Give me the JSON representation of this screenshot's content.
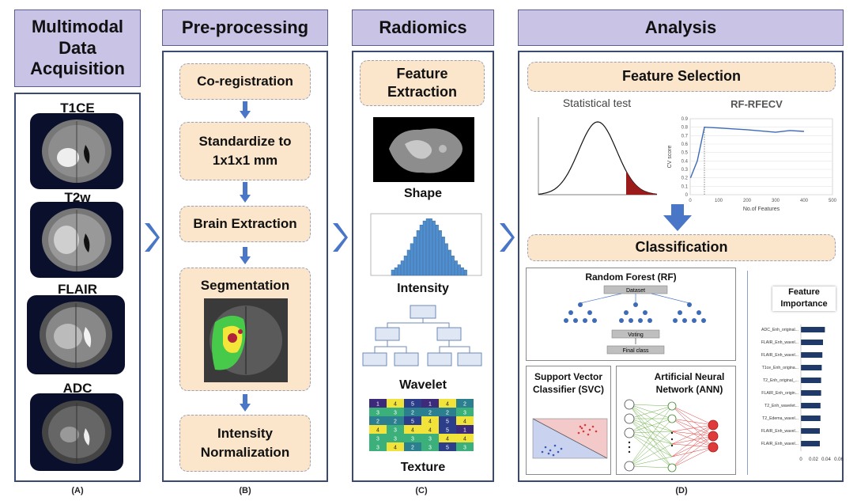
{
  "acquisition": {
    "header": "Multimodal Data Acquisition",
    "header_lines": [
      "Multimodal",
      "Data",
      "Acquisition"
    ],
    "modalities": [
      "T1CE",
      "T2w",
      "FLAIR",
      "ADC"
    ],
    "caption": "(A)"
  },
  "preprocessing": {
    "header": "Pre-processing",
    "steps": [
      "Co-registration",
      "Standardize to 1x1x1 mm",
      "Brain Extraction",
      "Segmentation",
      "Intensity Normalization"
    ],
    "step2_lines": [
      "Standardize to",
      "1x1x1 mm"
    ],
    "step5_lines": [
      "Intensity",
      "Normalization"
    ],
    "caption": "(B)"
  },
  "radiomics": {
    "header": "Radiomics",
    "feature_extraction_lines": [
      "Feature",
      "Extraction"
    ],
    "feature_types": [
      "Shape",
      "Intensity",
      "Wavelet",
      "Texture"
    ],
    "texture_matrix": [
      [
        1,
        4,
        5,
        1,
        4,
        2
      ],
      [
        3,
        3,
        2,
        2,
        2,
        3
      ],
      [
        2,
        2,
        5,
        4,
        5,
        4
      ],
      [
        4,
        3,
        4,
        4,
        5,
        1
      ],
      [
        3,
        3,
        3,
        3,
        4,
        4
      ],
      [
        3,
        4,
        2,
        3,
        5,
        3
      ]
    ],
    "caption": "(C)"
  },
  "analysis": {
    "header": "Analysis",
    "feature_selection": "Feature Selection",
    "statistical_test": "Statistical test",
    "rf_rfecv": "RF-RFECV",
    "rfecv_chart": {
      "type": "line",
      "xlabel": "No.of Features",
      "ylabel": "CV score",
      "ylim": [
        0,
        0.9
      ],
      "xlim": [
        0,
        500
      ],
      "x_ticks": [
        "0",
        "100",
        "200",
        "300",
        "400",
        "500"
      ],
      "y_ticks": [
        "0",
        "0.1",
        "0.2",
        "0.3",
        "0.4",
        "0.5",
        "0.6",
        "0.7",
        "0.8",
        "0.9"
      ],
      "x": [
        1,
        25,
        50,
        100,
        200,
        300,
        350,
        400
      ],
      "y": [
        0.2,
        0.4,
        0.8,
        0.79,
        0.77,
        0.74,
        0.76,
        0.75
      ]
    },
    "classification": "Classification",
    "rf": {
      "title": "Random Forest (RF)",
      "dataset": "Dataset",
      "voting": "Voting",
      "final": "Final class"
    },
    "svc_lines": [
      "Support Vector",
      "Classifier (SVC)"
    ],
    "ann_lines": [
      "Artificial Neural",
      "Network (ANN)"
    ],
    "feature_importance": {
      "title_lines": [
        "Feature",
        "Importance"
      ],
      "features": [
        "ADC_Enh_original...",
        "FLAIR_Enh_wavel...",
        "FLAIR_Enh_wavel...",
        "T1ce_Enh_origina...",
        "T2_Enh_original_...",
        "FLAIR_Enh_origin...",
        "T2_Enh_wavelet...",
        "T2_Edema_wavel...",
        "FLAIR_Enh_wavel...",
        "FLAIR_Enh_wavel..."
      ],
      "values": [
        0.038,
        0.035,
        0.034,
        0.033,
        0.032,
        0.032,
        0.031,
        0.031,
        0.03,
        0.03
      ],
      "x_ticks": [
        "0",
        "0.02",
        "0.04",
        "0.06"
      ]
    },
    "caption": "(D)"
  },
  "colors": {
    "header_bg": "#c9c3e6",
    "step_bg": "#fbe6cc",
    "arrow": "#4a76c8",
    "panel_border": "#3b4a72"
  }
}
